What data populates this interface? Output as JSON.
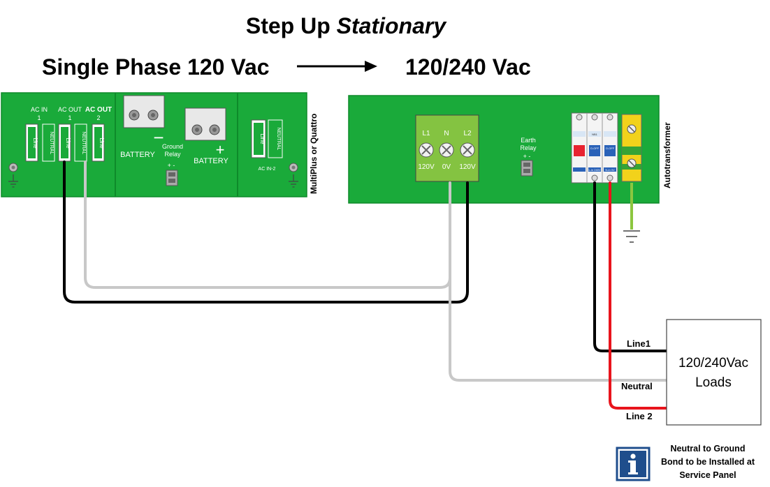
{
  "title": {
    "prefix": "Step Up ",
    "emph": "Stationary"
  },
  "source_label": "Single Phase 120 Vac",
  "target_label": "120/240 Vac",
  "inverter": {
    "vertical_label": "MultiPlus or Quattro",
    "ac_in_1_a": "AC IN",
    "ac_in_1_b": "1",
    "ac_out_1_a": "AC OUT",
    "ac_out_1_b": "1",
    "ac_out_2_a": "AC OUT",
    "ac_out_2_b": "2",
    "line": "Line",
    "neutral": "NEUTRAL",
    "battery_left": "BATTERY",
    "battery_right": "BATTERY",
    "minus": "−",
    "plus": "+",
    "ground_relay_a": "Ground",
    "ground_relay_b": "Relay",
    "relay_pm": "+  -",
    "ac_in_2": "AC IN-2"
  },
  "autotransformer": {
    "vertical_label": "Autotransformer",
    "terminals": [
      {
        "top": "L1",
        "bottom": "120V"
      },
      {
        "top": "N",
        "bottom": "0V"
      },
      {
        "top": "L2",
        "bottom": "120V"
      }
    ],
    "earth_relay_a": "Earth",
    "earth_relay_b": "Relay",
    "relay_pm": "+  -",
    "breaker_texts": [
      "NB1",
      "O-OFF",
      "O-OFF",
      "L-in 240V",
      "N-in 0V"
    ]
  },
  "loads": {
    "line1": "120/240Vac",
    "line2": "Loads"
  },
  "wires": {
    "line1": "Line1",
    "neutral": "Neutral",
    "line2": "Line 2"
  },
  "note": {
    "icon": "info-icon",
    "line1": "Neutral to Ground",
    "line2": "Bond to be Installed at",
    "line3": "Service Panel"
  },
  "colors": {
    "panel_green": "#1aaa3a",
    "panel_border": "#0e8a2a",
    "terminal_block": "#84c341",
    "wire_black": "#000000",
    "wire_grey": "#c8c8c8",
    "wire_red": "#e8141c",
    "wire_earth": "#8cc63f",
    "info_blue": "#1f4e8c"
  }
}
